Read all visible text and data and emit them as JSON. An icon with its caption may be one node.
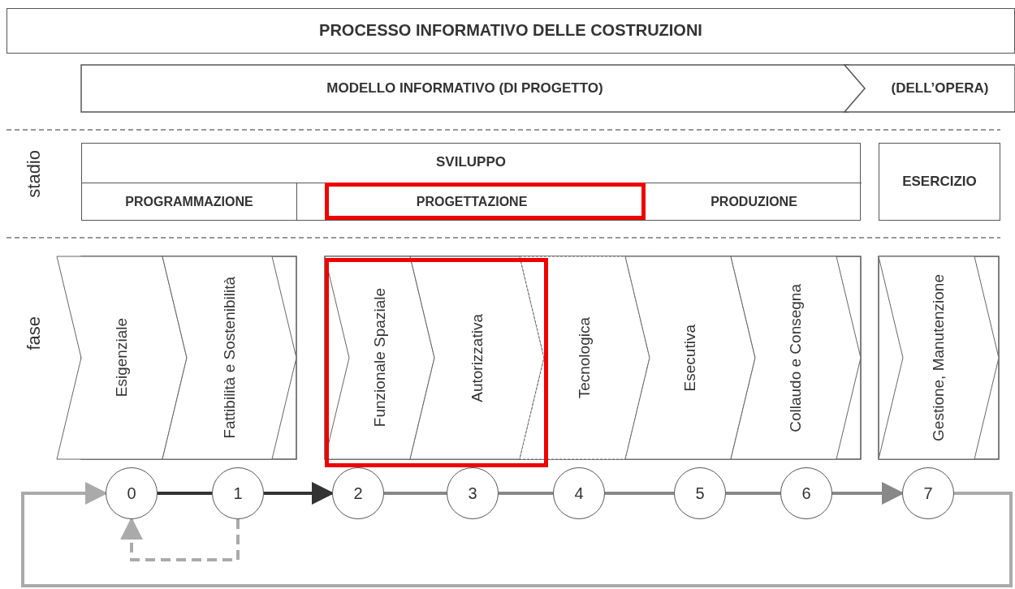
{
  "diagram": {
    "nodes": [
      {
        "text": [
          "PROCESSO INFORMATIVO DELLE COSTRUZIONI"
        ]
      },
      {
        "text": [
          "MODELLO INFORMATIVO (DI PROGETTO)"
        ]
      },
      {
        "text": [
          "(DELL’OPERA)"
        ]
      },
      {
        "text": [
          "SVILUPPO"
        ]
      },
      {
        "text": [
          "PROGRAMMAZIONE"
        ],
        "in": 3
      },
      {
        "text": [
          "PROGETTAZIONE"
        ],
        "in": 3
      },
      {
        "text": [
          "PRODUZIONE"
        ],
        "in": 3
      },
      {
        "text": [
          "ESERCIZIO"
        ]
      },
      {
        "text": [
          "Esigenziale"
        ]
      },
      {
        "text": [
          "Fattibilità e Sostenibilità"
        ]
      },
      {
        "text": [
          "Funzionale Spaziale"
        ]
      },
      {
        "text": [
          "Autorizzativa"
        ]
      },
      {
        "text": [
          "Tecnologica"
        ]
      },
      {
        "text": [
          "Esecutiva"
        ]
      },
      {
        "text": [
          "Collaudo e Consegna"
        ]
      },
      {
        "text": [
          "Gestione, Manutenzione"
        ]
      },
      {
        "text": [
          "0"
        ]
      },
      {
        "text": [
          "1"
        ]
      },
      {
        "text": [
          "2"
        ]
      },
      {
        "text": [
          "3"
        ]
      },
      {
        "text": [
          "4"
        ]
      },
      {
        "text": [
          "5"
        ]
      },
      {
        "text": [
          "6"
        ]
      },
      {
        "text": [
          "7"
        ]
      }
    ],
    "edges": [
      {
        "from": 16,
        "to": 17,
        "arrow": "none",
        "color": "#333333"
      },
      {
        "from": 17,
        "to": 18,
        "arrow": "to",
        "color": "#333333"
      },
      {
        "from": 18,
        "to": 19,
        "arrow": "none"
      },
      {
        "from": 19,
        "to": 20,
        "arrow": "none"
      },
      {
        "from": 20,
        "to": 21,
        "arrow": "none"
      },
      {
        "from": 21,
        "to": 22,
        "arrow": "none"
      },
      {
        "from": 22,
        "to": 23,
        "arrow": "to"
      },
      {
        "from": 23,
        "to": 16,
        "arrow": "to",
        "color": "#aaaaaa"
      },
      {
        "from": 17,
        "to": 16,
        "arrow": "to",
        "style": "dashed",
        "color": "#aaaaaa"
      }
    ],
    "labels": [
      "stadio",
      "fase"
    ]
  }
}
